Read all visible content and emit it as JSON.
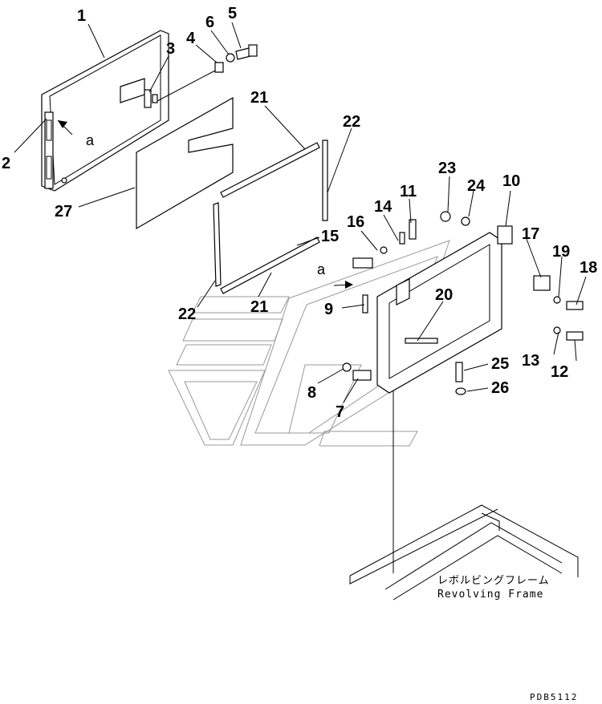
{
  "labels": {
    "p1": "1",
    "p2": "2",
    "p3": "3",
    "p4": "4",
    "p5": "5",
    "p6": "6",
    "p7": "7",
    "p8": "8",
    "p9": "9",
    "p10": "10",
    "p11": "11",
    "p12": "12",
    "p13": "13",
    "p14": "14",
    "p15": "15",
    "p16": "16",
    "p17": "17",
    "p18": "18",
    "p19": "19",
    "p20": "20",
    "p21a": "21",
    "p21b": "21",
    "p22a": "22",
    "p22b": "22",
    "p23": "23",
    "p24": "24",
    "p25": "25",
    "p26": "26",
    "p27": "27",
    "a1": "a",
    "a2": "a"
  },
  "caption": {
    "japanese": "レボルビングフレーム",
    "english": "Revolving Frame"
  },
  "drawing_code": "PDB5112"
}
